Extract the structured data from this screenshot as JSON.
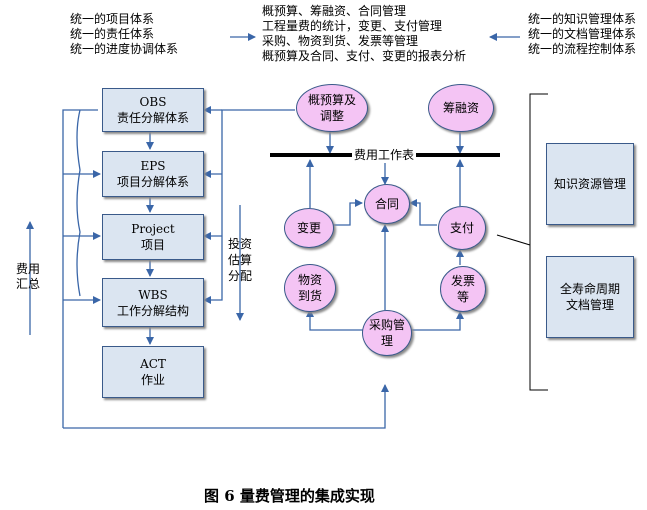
{
  "top_left": [
    "统一的项目体系",
    "统一的责任体系",
    "统一的进度协调体系"
  ],
  "top_center": [
    "概预算、筹融资、合同管理",
    "工程量费的统计，变更、支付管理",
    "采购、物资到货、发票等管理",
    "概预算及合同、支付、变更的报表分析"
  ],
  "top_right": [
    "统一的知识管理体系",
    "统一的文档管理体系",
    "统一的流程控制体系"
  ],
  "hierarchy": [
    {
      "code": "OBS",
      "label": "责任分解体系"
    },
    {
      "code": "EPS",
      "label": "项目分解体系"
    },
    {
      "code": "Project",
      "label": "项目"
    },
    {
      "code": "WBS",
      "label": "工作分解结构"
    },
    {
      "code": "ACT",
      "label": "作业"
    }
  ],
  "side_labels": {
    "cost_summary": [
      "费用",
      "汇总"
    ],
    "invest_alloc": [
      "投资",
      "估算",
      "分配"
    ]
  },
  "cost_table": "费用工作表",
  "nodes": {
    "budget": [
      "概预算及",
      "调整"
    ],
    "finance": [
      "筹融资"
    ],
    "contract": [
      "合同"
    ],
    "change": [
      "变更"
    ],
    "payment": [
      "支付"
    ],
    "goods": [
      "物资",
      "到货"
    ],
    "invoice": [
      "发票",
      "等"
    ],
    "purchase": [
      "采购管",
      "理"
    ]
  },
  "right_boxes": {
    "knowledge": "知识资源管理",
    "doc_lifecycle": [
      "全寿命周期",
      "文档管理"
    ]
  },
  "caption": "图 6 量费管理的集成实现"
}
